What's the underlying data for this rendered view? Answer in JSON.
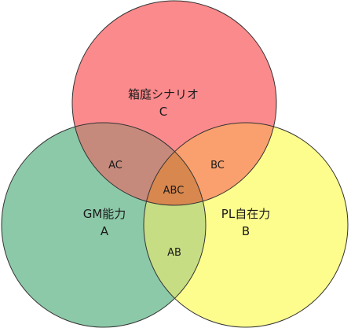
{
  "sets": {
    "a": {
      "name": "GM能力",
      "letter": "A",
      "fill": "#8cc9a8"
    },
    "b": {
      "name": "PL自在力",
      "letter": "B",
      "fill": "#fdfd8e"
    },
    "c": {
      "name": "箱庭シナリオ",
      "letter": "C",
      "fill": "#fb8a8c"
    }
  },
  "regions": {
    "ab": "AB",
    "ac": "AC",
    "bc": "BC",
    "abc": "ABC"
  },
  "colors": {
    "stroke": "#333333",
    "ab": "#c6dd84",
    "ac": "#c68a7c",
    "bc": "#f9a06e",
    "abc": "#d8884e"
  }
}
